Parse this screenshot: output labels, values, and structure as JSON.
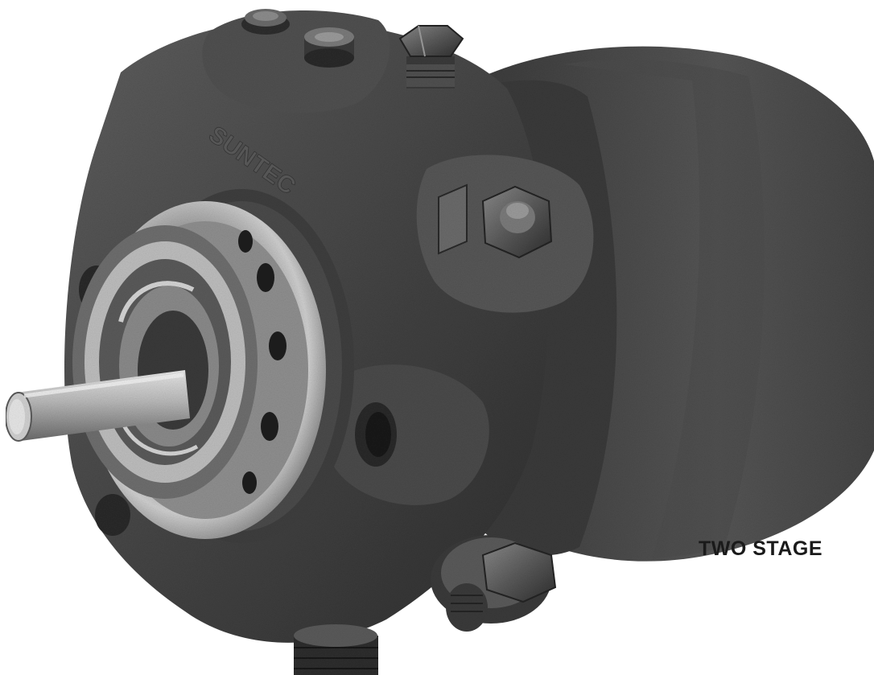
{
  "caption": "TWO STAGE",
  "image": {
    "subject": "pump-illustration",
    "style": "grayscale-halftone-photo",
    "colors": {
      "background": "#ffffff",
      "body_dark": "#3a3a3a",
      "body_mid": "#555555",
      "body_light": "#7a7a7a",
      "metal_light": "#d8d8d8",
      "metal_mid": "#a8a8a8",
      "caption_text": "#1a1a1a"
    }
  }
}
